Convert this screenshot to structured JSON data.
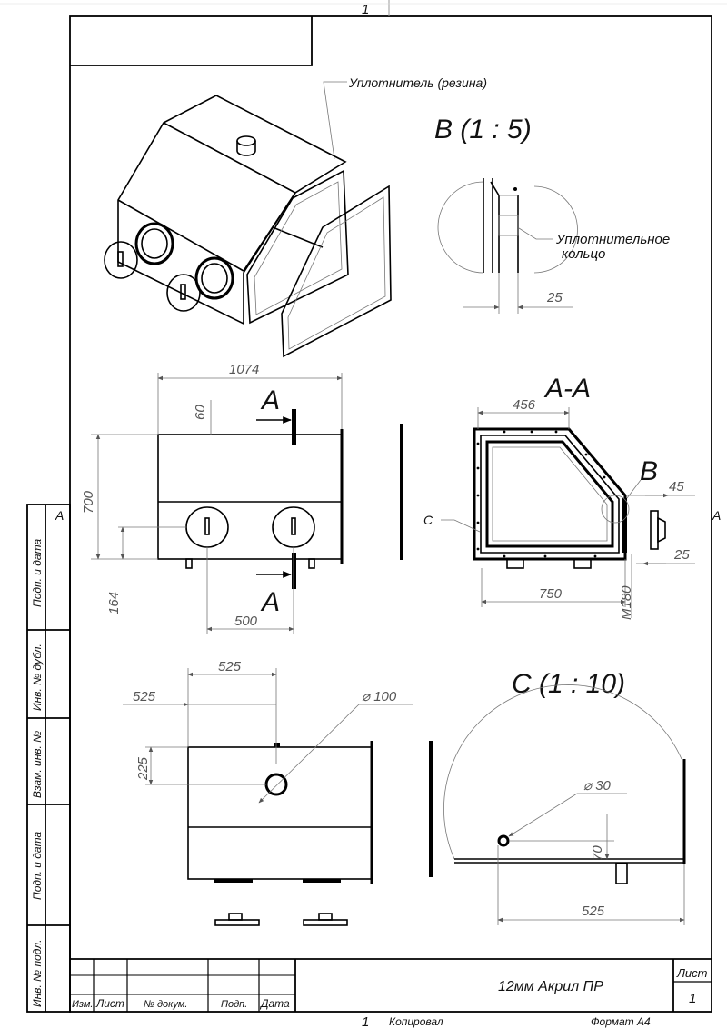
{
  "sheet": {
    "sheet_number_top": "1",
    "sheet_number_bottom": "1",
    "copied_label": "Копировал",
    "format_label": "Формат А4"
  },
  "side_stamp": {
    "fields": [
      "Подп. и дата",
      "Инв. № дубл.",
      "Взам. инв. №",
      "Подп. и дата",
      "Инв. № подл."
    ]
  },
  "title_block": {
    "headers": [
      "Изм.",
      "Лист",
      "№ докум.",
      "Подп.",
      "Дата"
    ],
    "title": "12мм Акрил ПР",
    "sheet_label": "Лист",
    "sheet_value": "1"
  },
  "iso_view": {
    "seal_note": "Уплотнитель (резина)"
  },
  "detail_b": {
    "title": "В (1 : 5)",
    "ring_note_line1": "Уплотнительное",
    "ring_note_line2": "кольцо",
    "dim_25": "25"
  },
  "front_view": {
    "dim_1074": "1074",
    "dim_60": "60",
    "dim_700": "700",
    "dim_164": "164",
    "dim_500": "500",
    "cut_label_top": "А",
    "cut_label_bottom": "А"
  },
  "section_aa": {
    "title": "А-А",
    "dim_456": "456",
    "dim_750": "750",
    "dim_45": "45",
    "dim_25": "25",
    "dim_m180": "М180",
    "detail_ref_b": "В",
    "detail_ref_c": "С",
    "edge_mark_left": "А",
    "edge_mark_right": "А"
  },
  "top_view": {
    "dim_525_a": "525",
    "dim_525_b": "525",
    "dim_225": "225",
    "dim_dia_100": "⌀ 100"
  },
  "detail_c": {
    "title": "С (1 : 10)",
    "dim_dia_30": "⌀ 30",
    "dim_70": "70",
    "dim_525": "525"
  }
}
